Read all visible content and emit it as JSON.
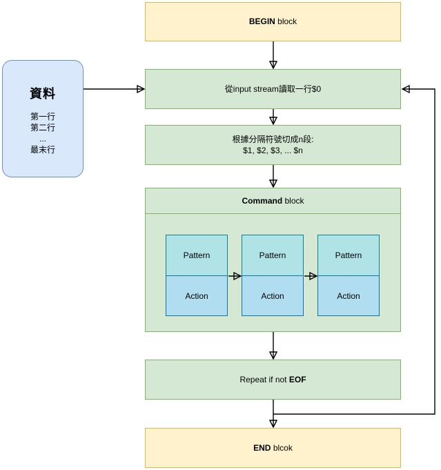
{
  "colors": {
    "yellow_fill": "#FFF2CC",
    "yellow_border": "#D6B656",
    "green_fill": "#D5E8D4",
    "green_border": "#82B366",
    "blue_fill": "#DAE8FC",
    "blue_border": "#6C8EBF",
    "pattern_fill": "#B0E3E6",
    "pattern_border": "#0E8088",
    "action_fill": "#B1DDF0",
    "action_border": "#10739E",
    "arrow": "#000000"
  },
  "nodes": {
    "begin": {
      "bold": "BEGIN",
      "rest": " block"
    },
    "data_source": {
      "title": "資料",
      "lines": [
        "第一行",
        "第二行",
        "...",
        "最末行"
      ]
    },
    "read_line": {
      "label": "從input stream讀取一行$0"
    },
    "split": {
      "line1": "根據分隔符號切成n段:",
      "line2": "$1, $2, $3, ... $n"
    },
    "command": {
      "bold": "Command",
      "rest": " block",
      "pattern_label": "Pattern",
      "action_label": "Action"
    },
    "repeat": {
      "prefix": "Repeat if not ",
      "bold": "EOF"
    },
    "end": {
      "bold": "END",
      "rest": " blcok"
    }
  }
}
